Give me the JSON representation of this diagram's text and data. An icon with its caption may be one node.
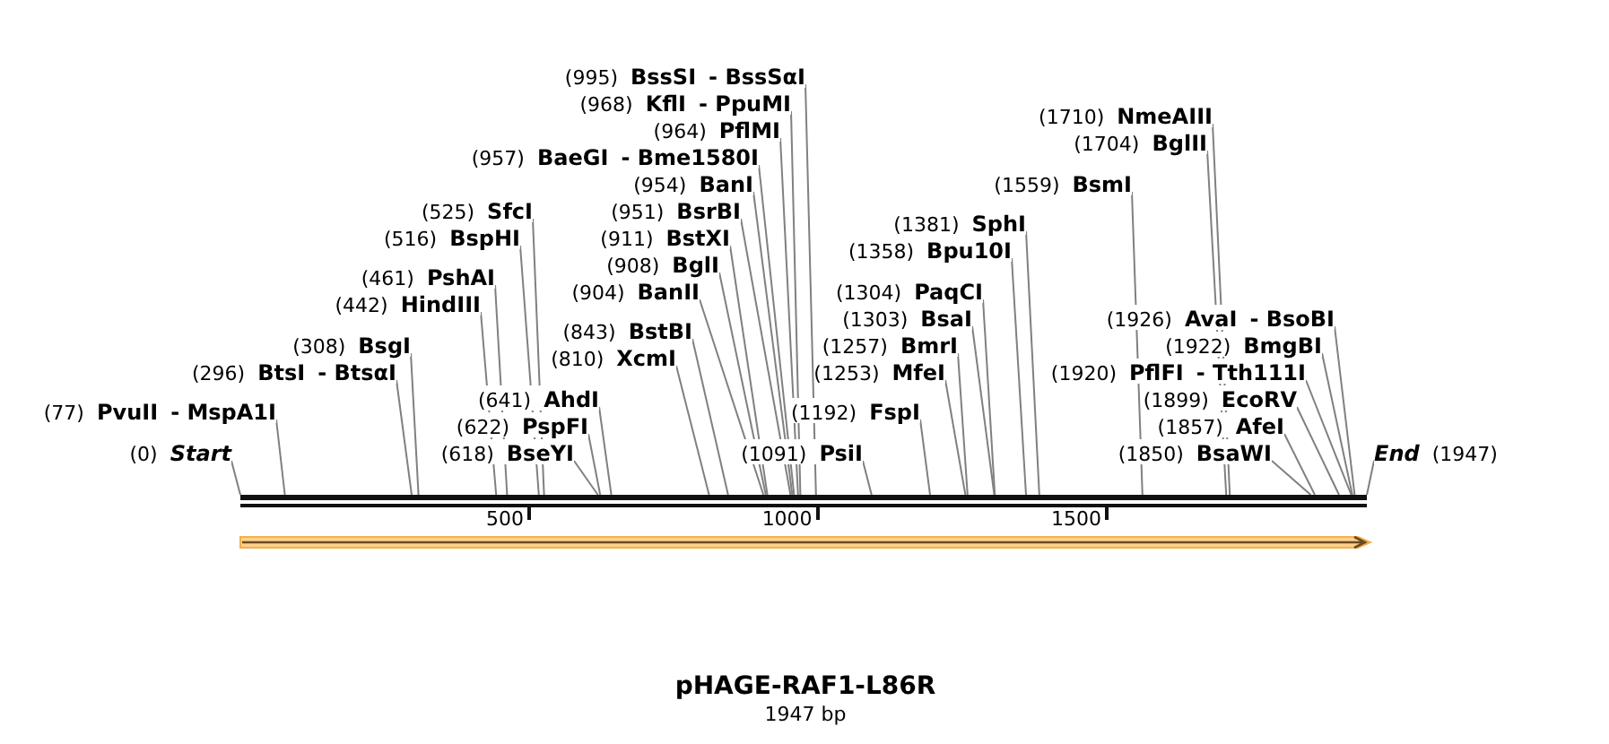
{
  "diagram": {
    "title": "pHAGE-RAF1-L86R",
    "caption": "1947 bp",
    "nodes": [
      {
        "text": [
          "(995)",
          "BssSI",
          "- BssSαI"
        ]
      },
      {
        "text": [
          "(968)",
          "KflI",
          "- PpuMI"
        ]
      },
      {
        "text": [
          "(1710)",
          "NmeAIII"
        ]
      },
      {
        "text": [
          "(964)",
          "PflMI"
        ]
      },
      {
        "text": [
          "(1704)",
          "BglII"
        ]
      },
      {
        "text": [
          "(957)",
          "BaeGI",
          "- Bme1580I"
        ]
      },
      {
        "text": [
          "(954)",
          "BanI"
        ]
      },
      {
        "text": [
          "(1559)",
          "BsmI"
        ]
      },
      {
        "text": [
          "(525)",
          "SfcI"
        ]
      },
      {
        "text": [
          "(951)",
          "BsrBI"
        ]
      },
      {
        "text": [
          "(1381)",
          "SphI"
        ]
      },
      {
        "text": [
          "(516)",
          "BspHI"
        ]
      },
      {
        "text": [
          "(911)",
          "BstXI"
        ]
      },
      {
        "text": [
          "(1358)",
          "Bpu10I"
        ]
      },
      {
        "text": [
          "(908)",
          "BglI"
        ]
      },
      {
        "text": [
          "(461)",
          "PshAI"
        ]
      },
      {
        "text": [
          "(904)",
          "BanII"
        ]
      },
      {
        "text": [
          "(1304)",
          "PaqCI"
        ]
      },
      {
        "text": [
          "(442)",
          "HindIII"
        ]
      },
      {
        "text": [
          "(1303)",
          "BsaI"
        ]
      },
      {
        "text": [
          "(1926)",
          "AvaI",
          "- BsoBI"
        ]
      },
      {
        "text": [
          "(843)",
          "BstBI"
        ]
      },
      {
        "text": [
          "(308)",
          "BsgI"
        ]
      },
      {
        "text": [
          "(1257)",
          "BmrI"
        ]
      },
      {
        "text": [
          "(1922)",
          "BmgBI"
        ]
      },
      {
        "text": [
          "(810)",
          "XcmI"
        ]
      },
      {
        "text": [
          "(296)",
          "BtsI",
          "- BtsαI"
        ]
      },
      {
        "text": [
          "(1253)",
          "MfeI"
        ]
      },
      {
        "text": [
          "(1920)",
          "PflFI",
          "- Tth111I"
        ]
      },
      {
        "text": [
          "(641)",
          "AhdI"
        ]
      },
      {
        "text": [
          "(1899)",
          "EcoRV"
        ]
      },
      {
        "text": [
          "(77)",
          "PvuII",
          "- MspA1I"
        ]
      },
      {
        "text": [
          "(1192)",
          "FspI"
        ]
      },
      {
        "text": [
          "(622)",
          "PspFI"
        ]
      },
      {
        "text": [
          "(1857)",
          "AfeI"
        ]
      },
      {
        "text": [
          "(0)",
          "Start"
        ]
      },
      {
        "text": [
          "(618)",
          "BseYI"
        ]
      },
      {
        "text": [
          "(1091)",
          "PsiI"
        ]
      },
      {
        "text": [
          "(1850)",
          "BsaWI"
        ]
      },
      {
        "text": [
          "End",
          "(1947)"
        ]
      },
      {
        "text": [],
        "shape": "bar"
      }
    ],
    "edges": [
      {
        "from": 0,
        "to": 40,
        "arrow": "none"
      },
      {
        "from": 1,
        "to": 40,
        "arrow": "none"
      },
      {
        "from": 2,
        "to": 40,
        "arrow": "none"
      },
      {
        "from": 3,
        "to": 40,
        "arrow": "none"
      },
      {
        "from": 4,
        "to": 40,
        "arrow": "none"
      },
      {
        "from": 5,
        "to": 40,
        "arrow": "none"
      },
      {
        "from": 6,
        "to": 40,
        "arrow": "none"
      },
      {
        "from": 7,
        "to": 40,
        "arrow": "none"
      },
      {
        "from": 8,
        "to": 40,
        "arrow": "none"
      },
      {
        "from": 9,
        "to": 40,
        "arrow": "none"
      },
      {
        "from": 10,
        "to": 40,
        "arrow": "none"
      },
      {
        "from": 11,
        "to": 40,
        "arrow": "none"
      },
      {
        "from": 12,
        "to": 40,
        "arrow": "none"
      },
      {
        "from": 13,
        "to": 40,
        "arrow": "none"
      },
      {
        "from": 14,
        "to": 40,
        "arrow": "none"
      },
      {
        "from": 15,
        "to": 40,
        "arrow": "none"
      },
      {
        "from": 16,
        "to": 40,
        "arrow": "none"
      },
      {
        "from": 17,
        "to": 40,
        "arrow": "none"
      },
      {
        "from": 18,
        "to": 40,
        "arrow": "none"
      },
      {
        "from": 19,
        "to": 40,
        "arrow": "none"
      },
      {
        "from": 20,
        "to": 40,
        "arrow": "none"
      },
      {
        "from": 21,
        "to": 40,
        "arrow": "none"
      },
      {
        "from": 22,
        "to": 40,
        "arrow": "none"
      },
      {
        "from": 23,
        "to": 40,
        "arrow": "none"
      },
      {
        "from": 24,
        "to": 40,
        "arrow": "none"
      },
      {
        "from": 25,
        "to": 40,
        "arrow": "none"
      },
      {
        "from": 26,
        "to": 40,
        "arrow": "none"
      },
      {
        "from": 27,
        "to": 40,
        "arrow": "none"
      },
      {
        "from": 28,
        "to": 40,
        "arrow": "none"
      },
      {
        "from": 29,
        "to": 40,
        "arrow": "none"
      },
      {
        "from": 30,
        "to": 40,
        "arrow": "none"
      },
      {
        "from": 31,
        "to": 40,
        "arrow": "none"
      },
      {
        "from": 32,
        "to": 40,
        "arrow": "none"
      },
      {
        "from": 33,
        "to": 40,
        "arrow": "none"
      },
      {
        "from": 34,
        "to": 40,
        "arrow": "none"
      },
      {
        "from": 35,
        "to": 40,
        "arrow": "none"
      },
      {
        "from": 36,
        "to": 40,
        "arrow": "none"
      },
      {
        "from": 37,
        "to": 40,
        "arrow": "none"
      },
      {
        "from": 38,
        "to": 40,
        "arrow": "none"
      },
      {
        "from": 39,
        "to": 40,
        "arrow": "none"
      }
    ],
    "labels": [
      "500",
      "1000",
      "1500"
    ]
  }
}
